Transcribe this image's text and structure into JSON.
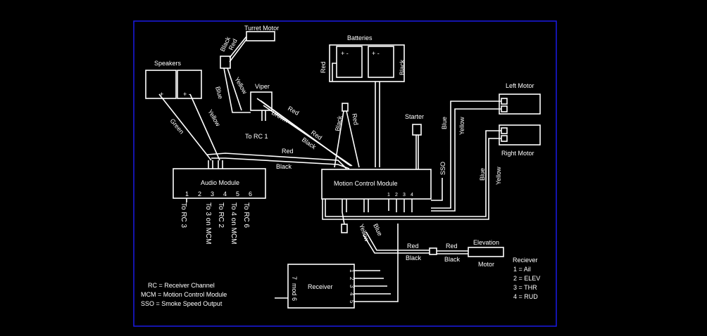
{
  "colors": {
    "background": "#000000",
    "frame": "#1a1ae6",
    "lines": "#ffffff",
    "text": "#ffffff"
  },
  "components": {
    "turret_motor": "Turret Motor",
    "batteries": "Batteries",
    "battery_left_terminals": "+ -",
    "battery_right_terminals": "+ -",
    "speakers": "Speakers",
    "speaker_left_terminal": "+",
    "speaker_right_terminal": "+ -",
    "viper": "Viper",
    "starter": "Starter",
    "left_motor": "Left Motor",
    "right_motor": "Right Motor",
    "audio_module": "Audio Module",
    "motion_control_module": "Motion Control Module",
    "receiver": "Receiver",
    "elevation_motor_1": "Elevation",
    "elevation_motor_2": "Motor"
  },
  "audio_module_pins": [
    "1",
    "2",
    "3",
    "4",
    "5",
    "6"
  ],
  "mcm_pins": [
    "1",
    "2",
    "3",
    "4"
  ],
  "receiver_pins": [
    "1",
    "2",
    "3",
    "4",
    "5"
  ],
  "receiver_mod": "mod 6",
  "receiver_side_number": "7",
  "audio_outputs": [
    "To RC 3",
    "To 3 on MCM",
    "To RC 2",
    "To 4 on MCM",
    "To RC 6"
  ],
  "wire_labels": {
    "black": "Black",
    "red": "Red",
    "blue": "Blue",
    "yellow": "Yellow",
    "green": "Green",
    "brown": "Brown",
    "sso": "SSO",
    "to_rc1": "To RC 1"
  },
  "legend": [
    "RC = Receiver Channel",
    "MCM = Motion Control Module",
    "SSO = Smoke Speed Output"
  ],
  "receiver_channels": {
    "title": "Reciever",
    "items": [
      "1 = Ail",
      "2 = ELEV",
      "3 = THR",
      "4 = RUD"
    ]
  }
}
